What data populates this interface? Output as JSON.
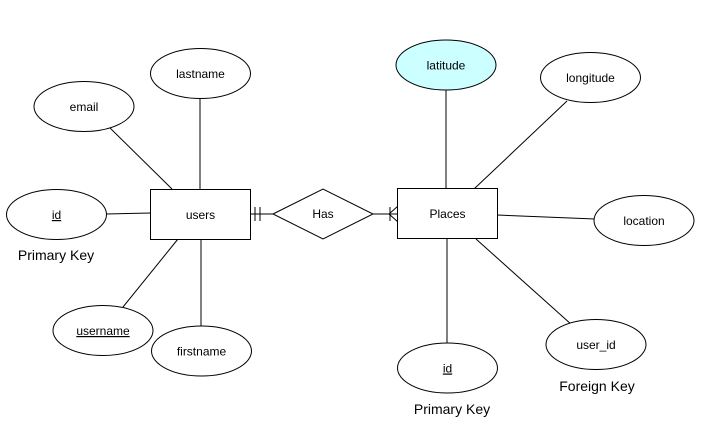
{
  "entities": {
    "users": "users",
    "places": "Places"
  },
  "relationship": {
    "label": "Has"
  },
  "attributes": {
    "users_lastname": "lastname",
    "users_email": "email",
    "users_id": "id",
    "users_username": "username",
    "users_firstname": "firstname",
    "places_latitude": "latitude",
    "places_longitude": "longitude",
    "places_location": "location",
    "places_user_id": "user_id",
    "places_id": "id"
  },
  "captions": {
    "users_primary_key": "Primary Key",
    "places_primary_key": "Primary Key",
    "places_foreign_key": "Foreign Key"
  },
  "colors": {
    "stroke": "#000000",
    "fill": "#ffffff",
    "highlight": "#ccffff"
  }
}
